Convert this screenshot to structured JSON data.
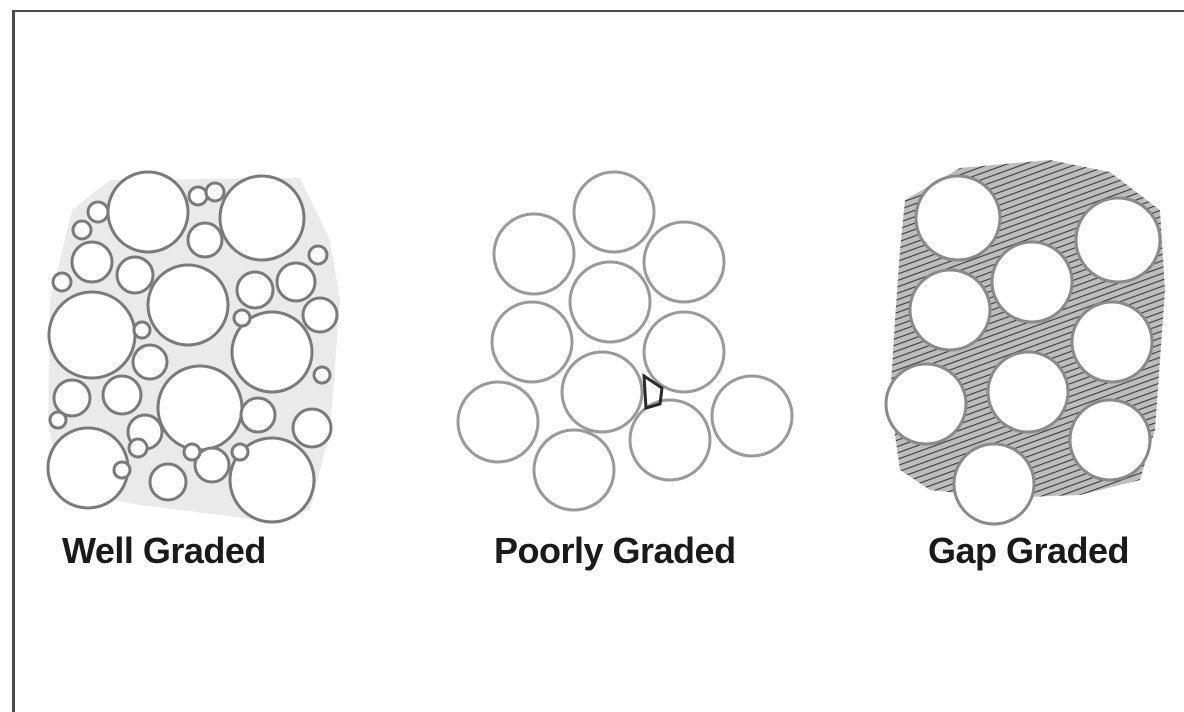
{
  "panels": [
    {
      "key": "well",
      "label": "Well Graded"
    },
    {
      "key": "poor",
      "label": "Poorly Graded"
    },
    {
      "key": "gap",
      "label": "Gap Graded"
    }
  ],
  "colors": {
    "frame": "#4a4a4a",
    "particle_outline": "#8a8a8a",
    "fine_fill": "#5c5c5c",
    "label": "#1a1a1a"
  }
}
